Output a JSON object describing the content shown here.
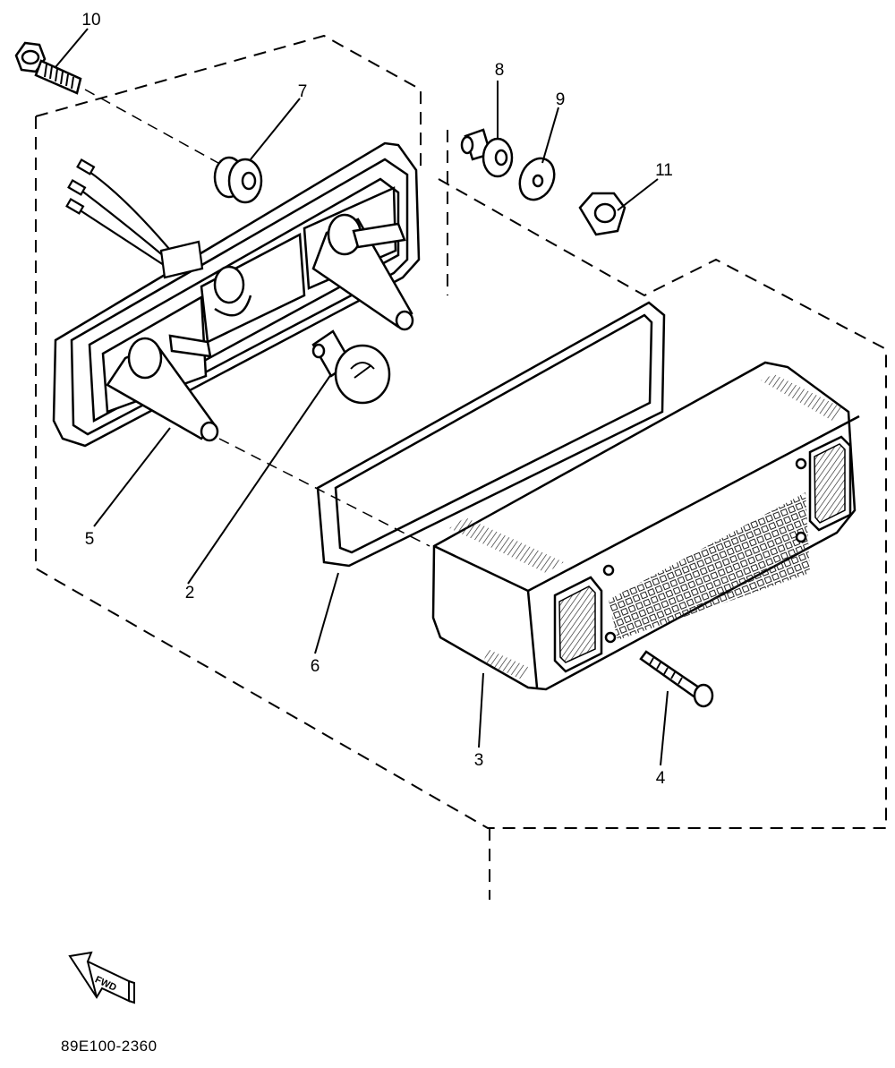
{
  "diagram": {
    "part_labels": {
      "n1": "2",
      "n2": "3",
      "n3": "4",
      "n4": "5",
      "n5": "6",
      "n6": "7",
      "n7": "8",
      "n8": "9",
      "n9": "10",
      "n10": "11"
    },
    "fwd_label": "FWD",
    "drawing_code": "89E100-2360",
    "colors": {
      "ink": "#000000",
      "paper": "#ffffff",
      "hatch": "#222222"
    },
    "icons": {
      "forward_arrow": "fwd-arrow-icon"
    }
  }
}
